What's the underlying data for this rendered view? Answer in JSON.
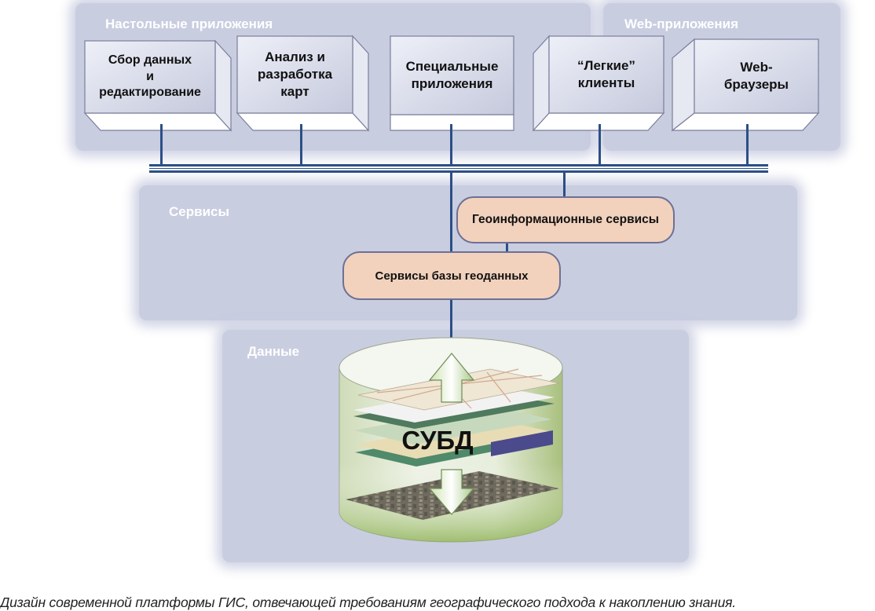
{
  "panels": {
    "desktop_label": "Настольные приложения",
    "web_label": "Web-приложения",
    "services_label": "Сервисы",
    "data_label": "Данные"
  },
  "apps": [
    {
      "label": "Сбор данных\nи\nредактирование"
    },
    {
      "label": "Анализ и\nразработка\nкарт"
    },
    {
      "label": "Специальные\nприложения"
    },
    {
      "label": "“Легкие”\nклиенты"
    },
    {
      "label": "Web-\nбраузеры"
    }
  ],
  "services": {
    "geoinfo": "Геоинформационные сервисы",
    "geodatabase": "Сервисы базы геоданных"
  },
  "database": {
    "label": "СУБД"
  },
  "caption": "Дизайн современной платформы ГИС, отвечающей требованиям географического подхода к накоплению знания."
}
